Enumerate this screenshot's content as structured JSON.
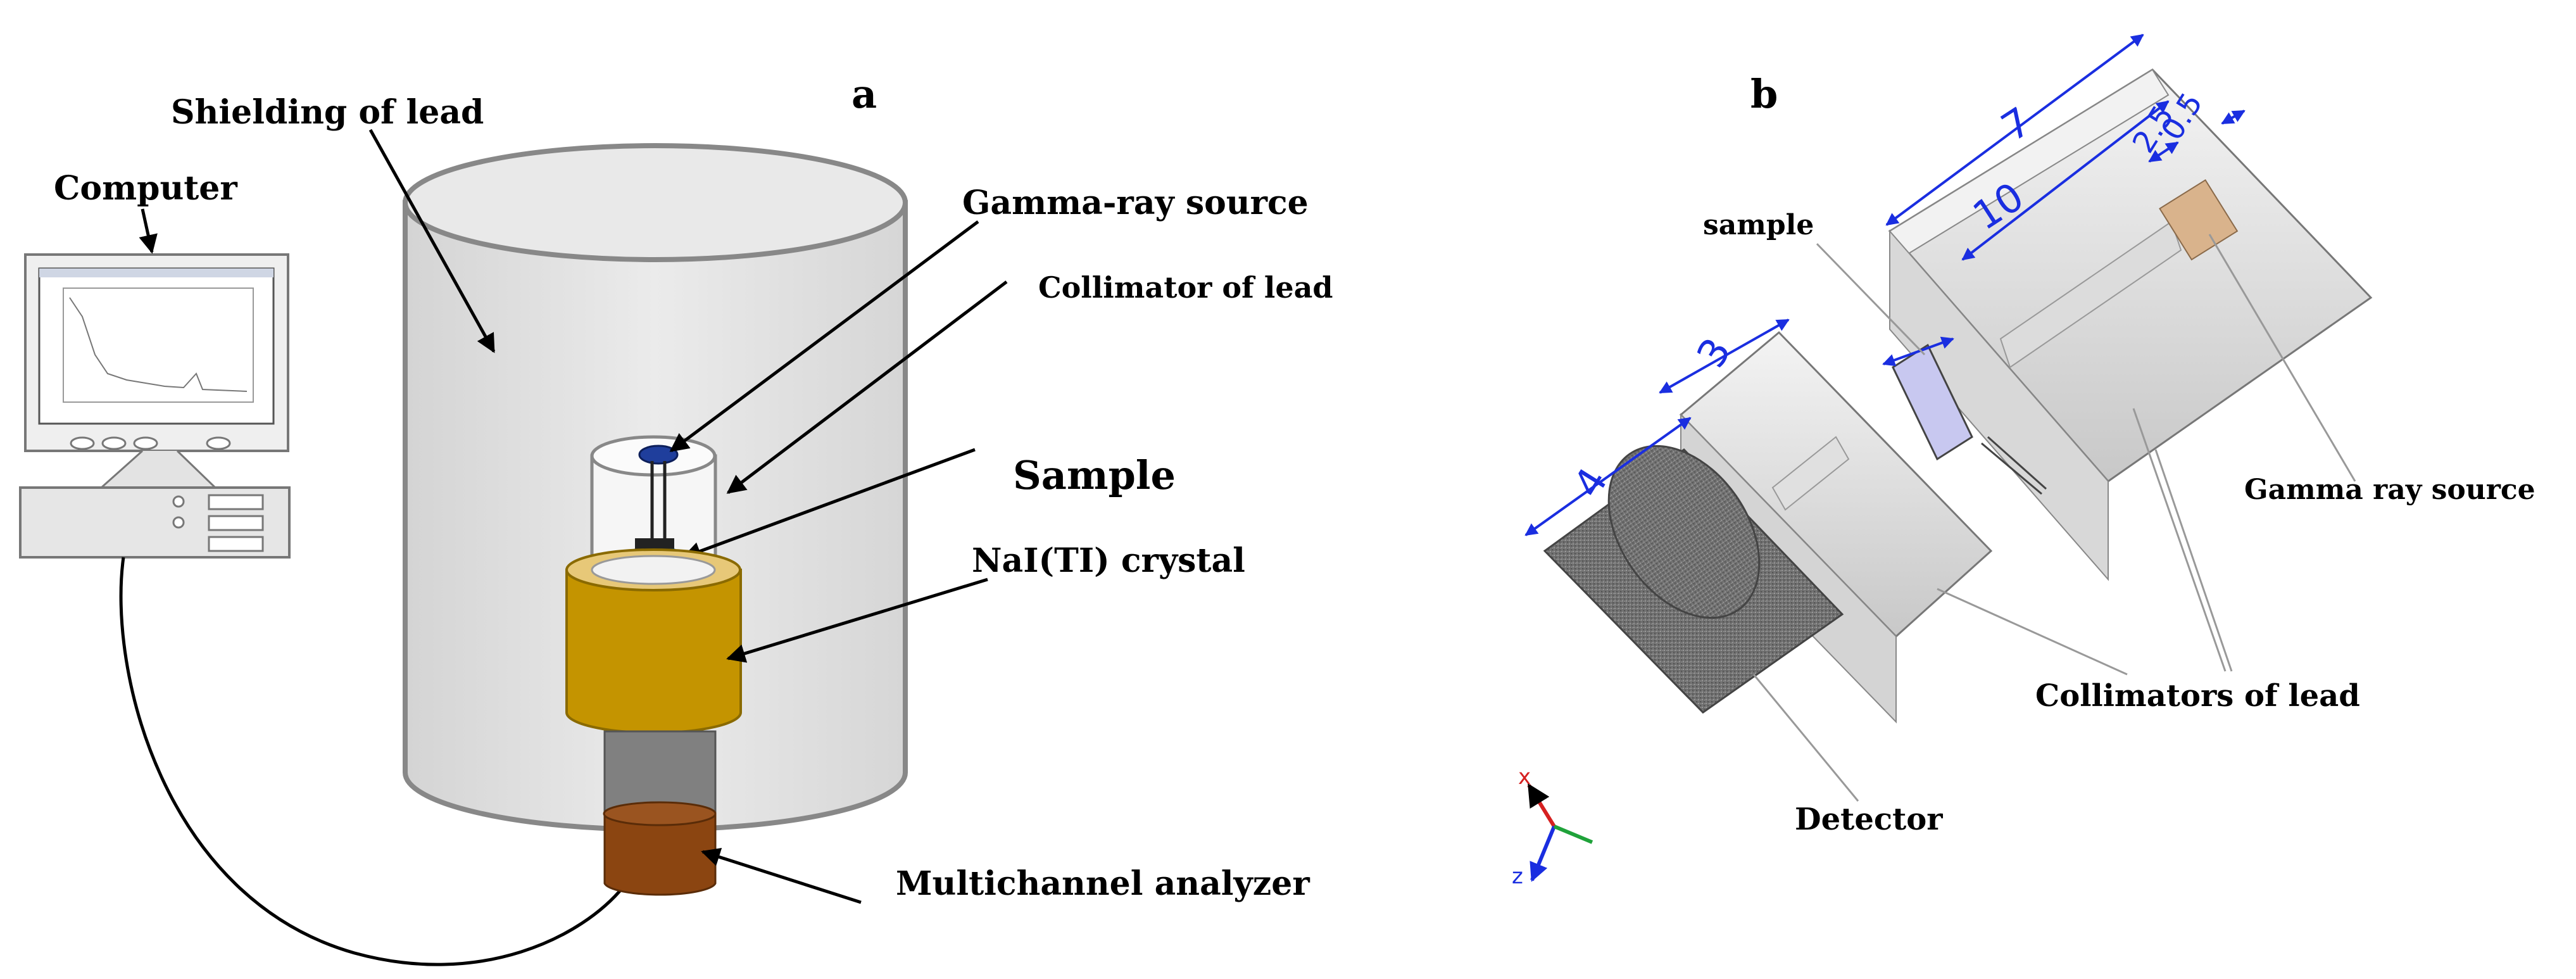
{
  "panels": {
    "a": {
      "panel_label": "a",
      "labels": {
        "shielding": "Shielding of lead",
        "computer": "Computer",
        "gamma_source": "Gamma-ray source",
        "collimator": "Collimator of lead",
        "sample": "Sample",
        "crystal": "NaI(TI) crystal",
        "analyzer": "Multichannel analyzer"
      }
    },
    "b": {
      "panel_label": "b",
      "labels": {
        "sample": "sample",
        "gamma_source": "Gamma ray source",
        "collimators": "Collimators of lead",
        "detector": "Detector"
      },
      "dimensions": {
        "d7": "7",
        "d10": "10",
        "d25": "2.5",
        "d05": "0.5",
        "d3": "3",
        "d4": "4"
      },
      "axes": {
        "x": "x",
        "z": "z"
      }
    }
  },
  "colors": {
    "shield": "#e6e6e6",
    "crystal": "#c49400",
    "crystal_top": "#e7c878",
    "sample_blue": "#1e9fe0",
    "pmt_gray": "#808080",
    "analyzer_brown": "#8b4511",
    "dimension_blue": "#1a2ee0",
    "gamma_source_tan": "#d9b38c"
  }
}
